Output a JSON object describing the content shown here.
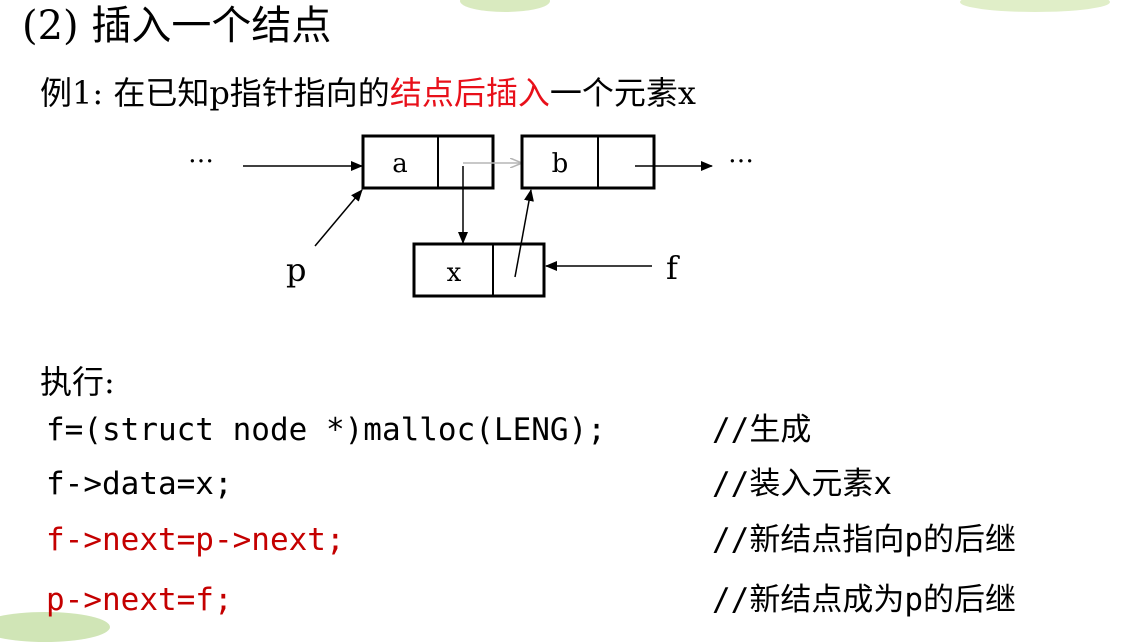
{
  "header": {
    "title": "(2) 插入一个结点"
  },
  "example": {
    "prefix": "例1: 在已知p指针指向的",
    "highlight": "结点后插入",
    "suffix": "一个元素x"
  },
  "diagram": {
    "ellipsis_left": "…",
    "ellipsis_right": "…",
    "node_a_value": "a",
    "node_b_value": "b",
    "node_x_value": "x",
    "pointer_p": "p",
    "pointer_f": "f"
  },
  "execution": {
    "heading": "执行:",
    "lines": [
      {
        "code": "f=(struct node *)malloc(LENG);",
        "comment": "//生成"
      },
      {
        "code": "f->data=x;",
        "comment": "//装入元素x"
      },
      {
        "code": "f->next=p->next;",
        "comment": "//新结点指向p的后继"
      },
      {
        "code": "p->next=f;",
        "comment": "//新结点成为p的后继"
      }
    ]
  },
  "colors": {
    "highlight": "#e8101a",
    "code_highlight": "#c40000",
    "text": "#000000"
  }
}
